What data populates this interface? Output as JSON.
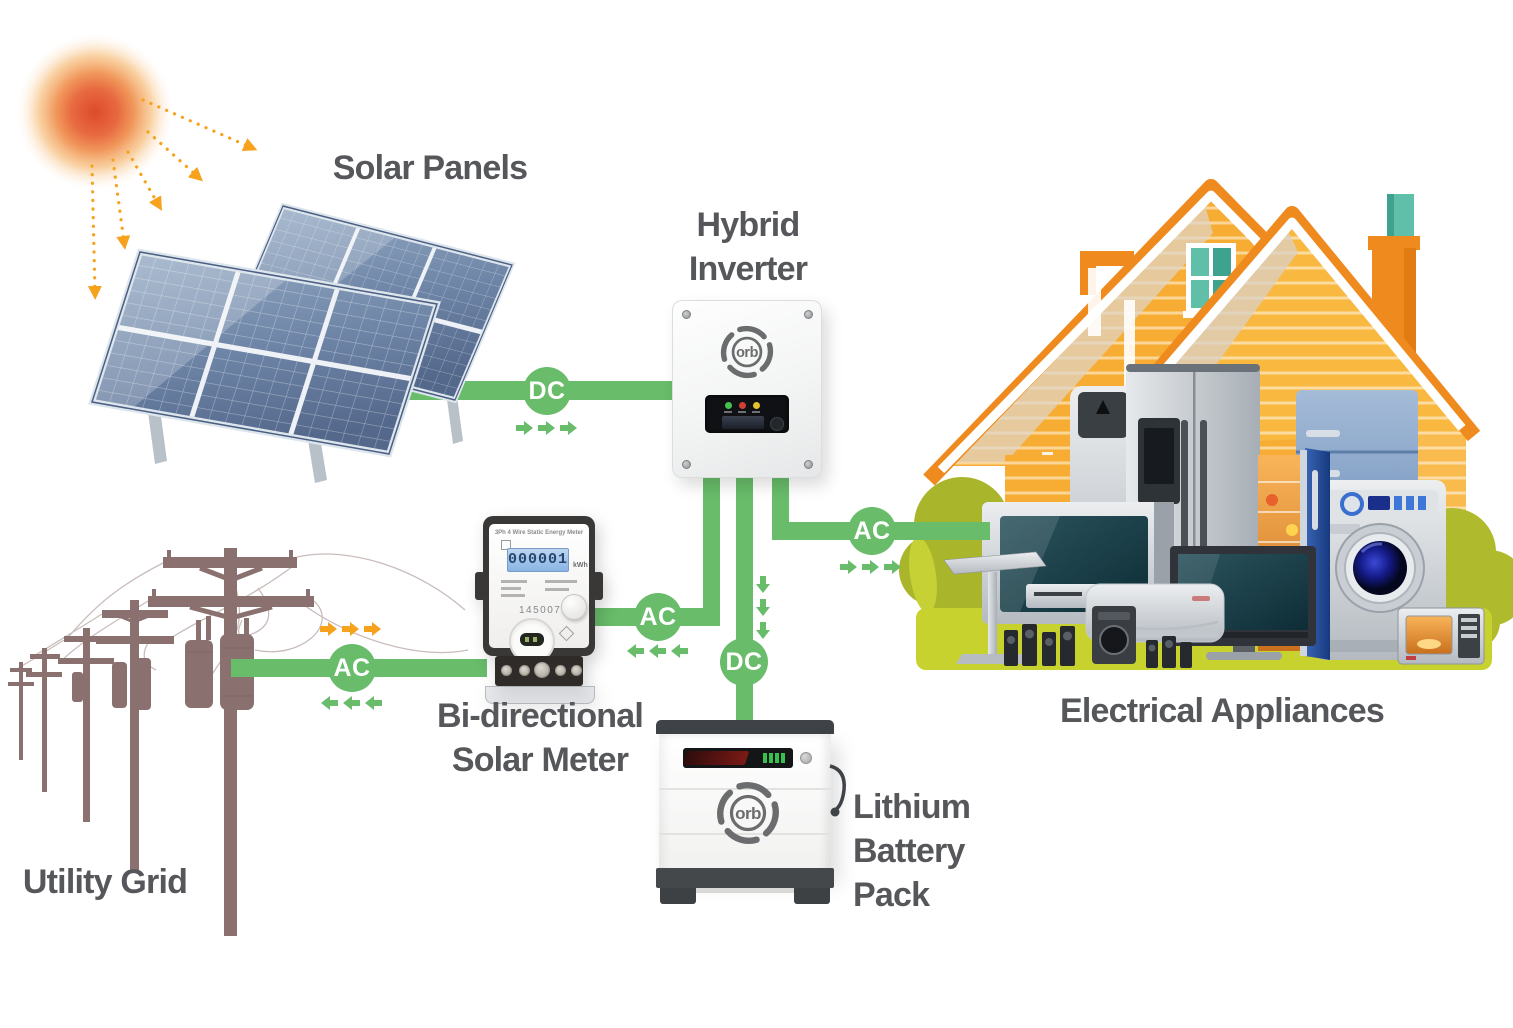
{
  "labels": {
    "solar_panels": "Solar Panels",
    "hybrid_inverter": [
      "Hybrid",
      "Inverter"
    ],
    "bidirectional_solar_meter": [
      "Bi-directional",
      "Solar Meter"
    ],
    "utility_grid": "Utility Grid",
    "electrical_appliances": "Electrical Appliances",
    "lithium_battery_pack": [
      "Lithium",
      "Battery",
      "Pack"
    ]
  },
  "connection_badges": {
    "solar_to_inverter": "DC",
    "grid_to_meter": "AC",
    "meter_to_inverter": "AC",
    "inverter_to_appliances": "AC",
    "inverter_to_battery": "DC"
  },
  "devices": {
    "brand_logo": "orb",
    "meter": {
      "header": "3Ph 4 Wire Static Energy Meter",
      "lcd_value": "000001",
      "lcd_unit": "kWh",
      "serial": "145007"
    }
  },
  "colors": {
    "line_green": "#68bc6a",
    "arrow_orange": "#f6a21d",
    "label_text": "#56575a",
    "pole_mauve": "#8a7170",
    "roof_orange": "#ef8a1f",
    "wall_amber": "#f7ac33",
    "teal": "#5fbfa9",
    "ground_green": "#c8d22f",
    "bush_olive": "#a9b52b",
    "lcd_blue": "#9cc0e8"
  }
}
